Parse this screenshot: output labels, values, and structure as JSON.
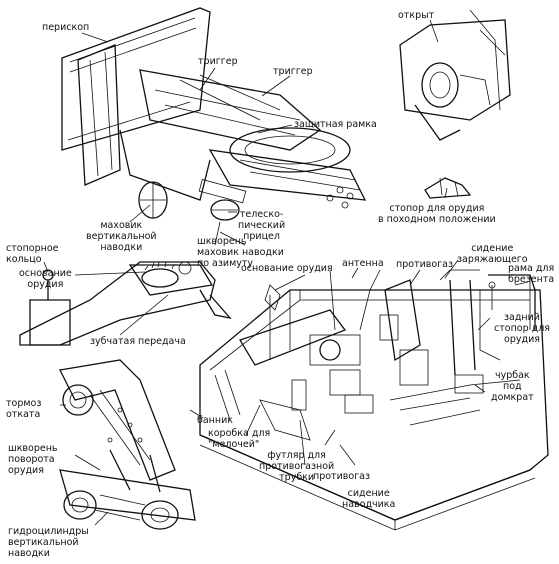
{
  "labels": {
    "periscope": "перископ",
    "open": "открыт",
    "trigger1": "триггер",
    "trigger2": "триггер",
    "shield_frame": "защитная рамка",
    "handwheel_elev": "маховик\nвертикальной\nнаводки",
    "pintle": "шкворень",
    "handwheel_azim": "маховик наводки\nпо азимуту",
    "telescope": "телеско-\nпический\nприцел",
    "travel_lock": "стопор для орудия\nв походном положении",
    "lock_ring": "стопорное\nкольцо",
    "gun_mount1": "основание\nорудия",
    "gun_mount2": "основание орудия",
    "antenna": "антенна",
    "gasmask1": "противогаз",
    "loader_seat": "сидение\nзаряжающего",
    "tarp_frame": "рама для\nбрезента",
    "gear": "зубчатая передача",
    "rear_lock": "задний\nстопор для\nорудия",
    "recoil_brake": "тормоз\nотката",
    "rammer": "банник",
    "jack_block": "чурбак\nпод\nдомкрат",
    "small_box": "коробка для\n\"мелочей\"",
    "gasmask_case": "футляр для\nпротивогазной\nтрубки",
    "traverse_pintle": "шкворень\nповорота\nорудия",
    "gasmask2": "противогаз",
    "gunner_seat": "сидение\nнаводчика",
    "hydraulics": "гидроцилиндры\nвертикальной\nнаводки"
  }
}
